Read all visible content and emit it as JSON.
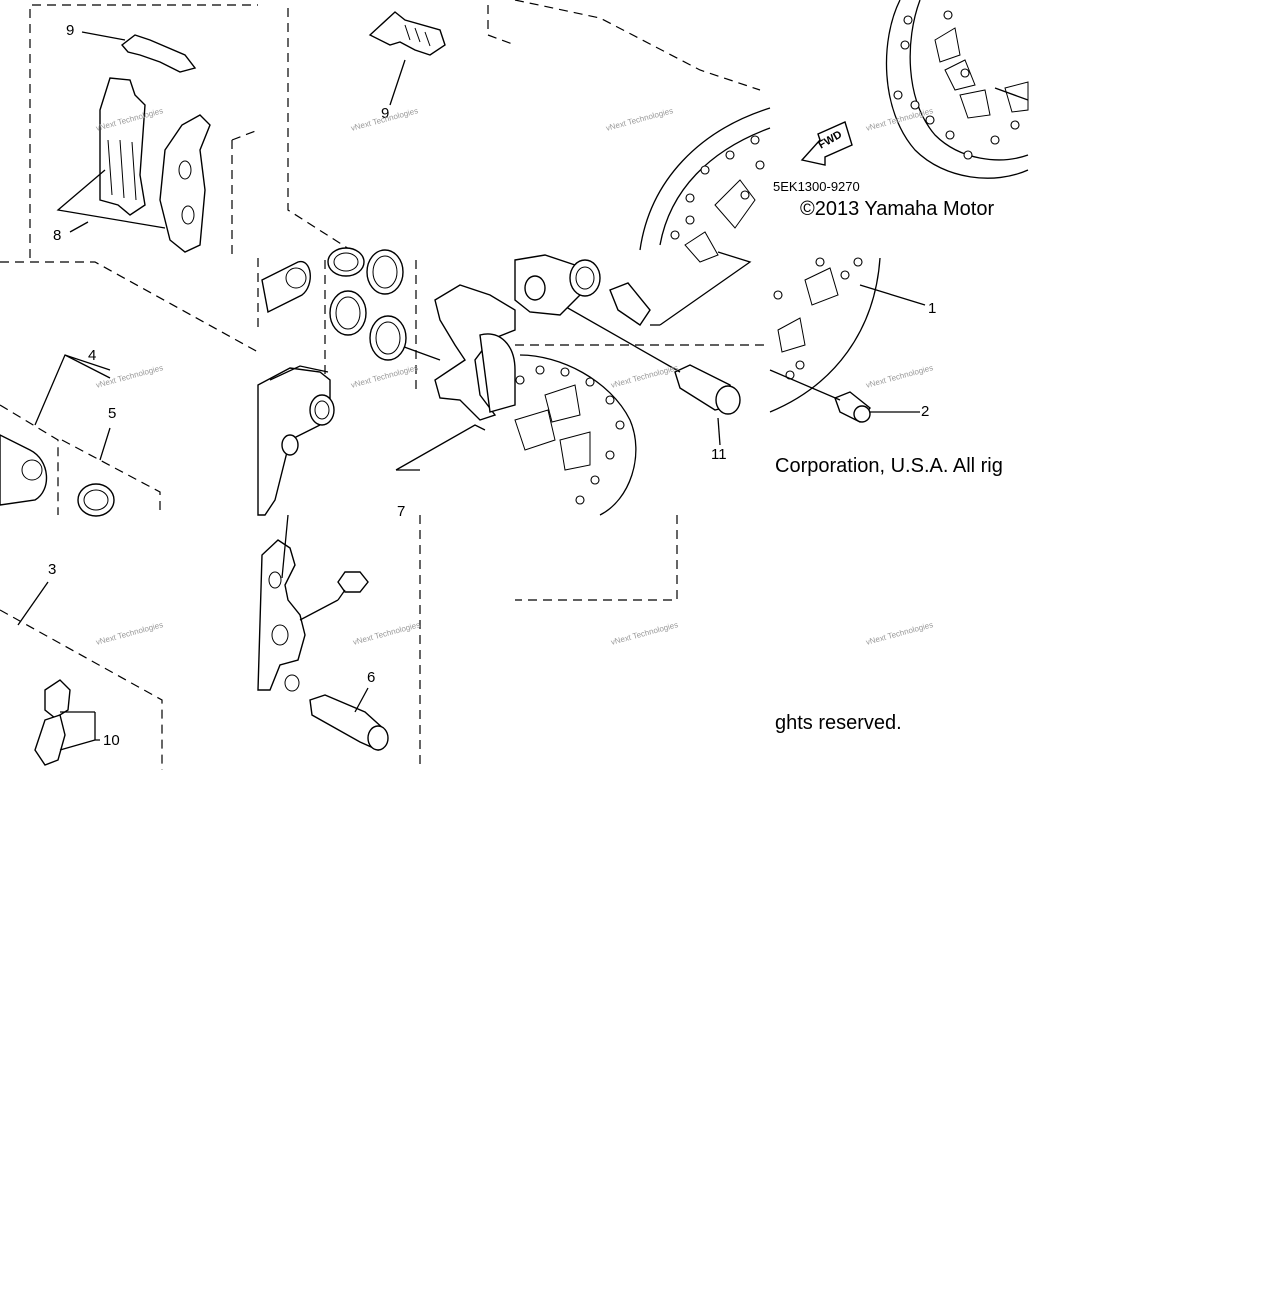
{
  "header": {
    "model_code": "5EK1300-9270",
    "copyright_line_1": "©2013 Yamaha Motor",
    "copyright_line_2": "Corporation, U.S.A. All rig",
    "copyright_line_3": "ghts reserved."
  },
  "callouts": [
    "9",
    "9",
    "8",
    "4",
    "5",
    "3",
    "10",
    "1",
    "2",
    "11",
    "6",
    "7"
  ],
  "watermark": {
    "text": "vNext Technologies"
  },
  "direction_arrow": {
    "label": "FWD"
  },
  "icons": {
    "direction": "fwd-arrow-icon"
  }
}
